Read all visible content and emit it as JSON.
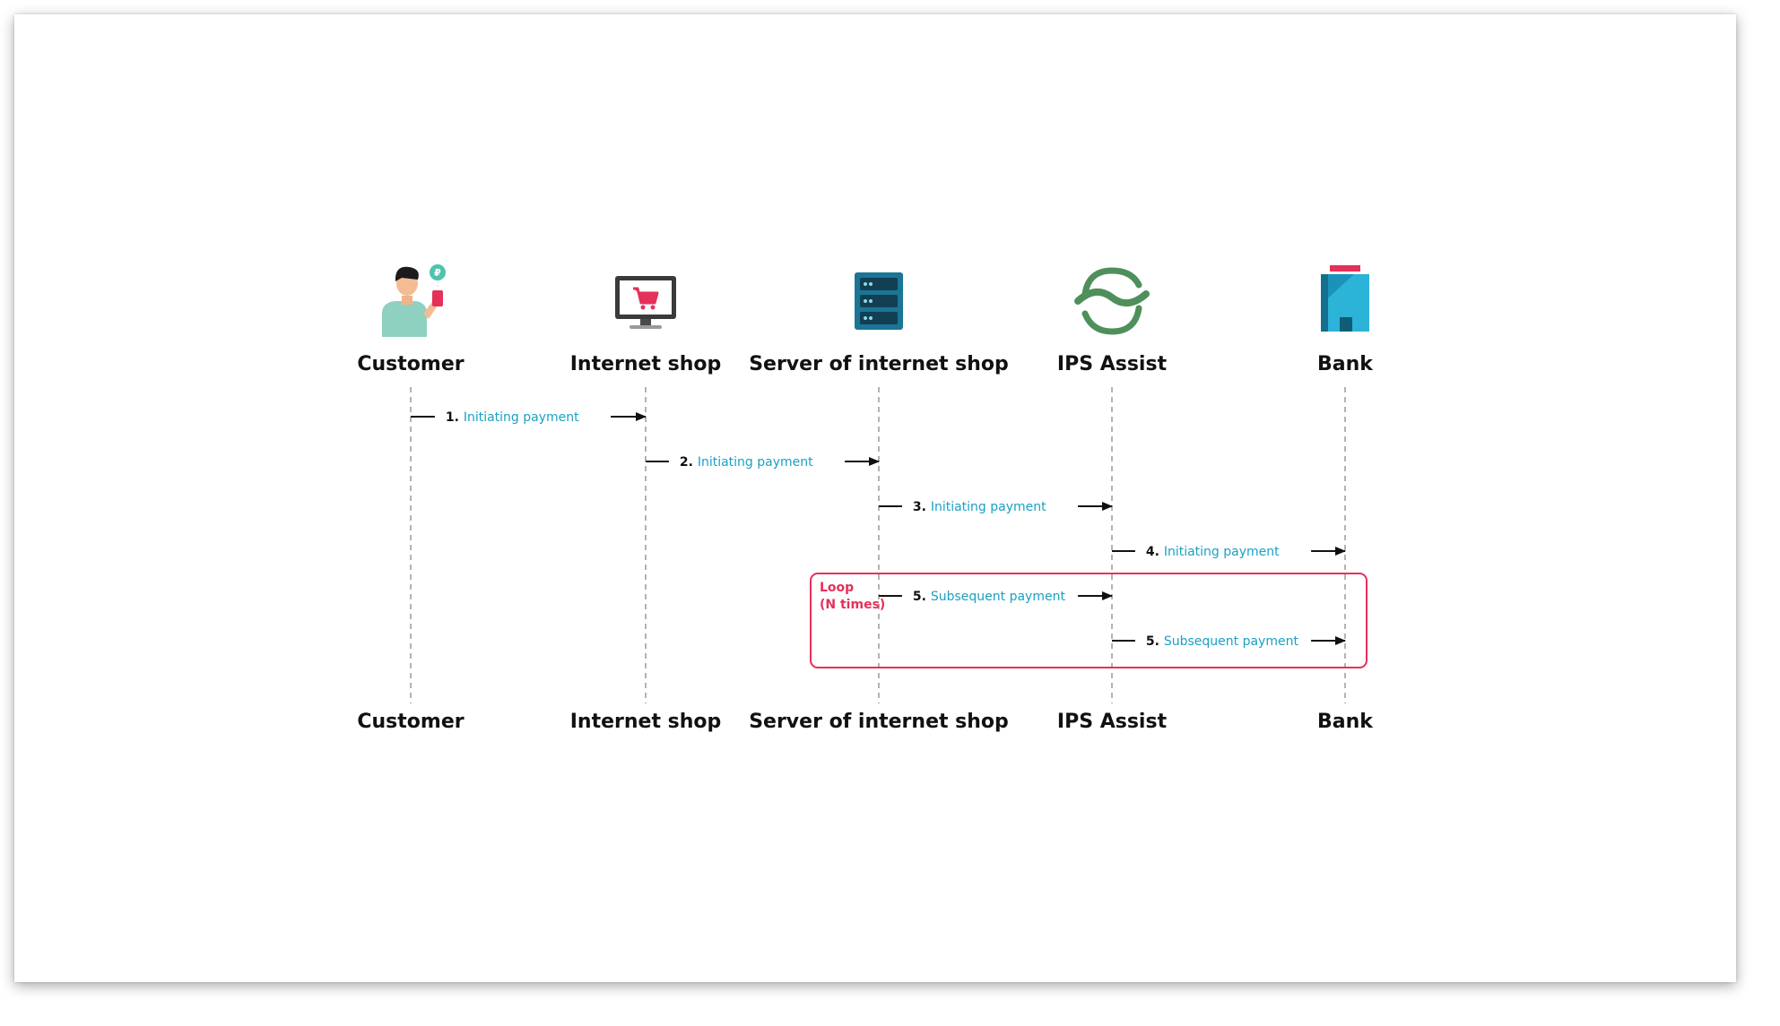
{
  "colors": {
    "message_text": "#1aa1c2",
    "loop_accent": "#e5305a",
    "lifeline": "#9a9a9a",
    "arrow": "#111111",
    "ips_green": "#4f8f5c",
    "server_blue": "#1d6f8f",
    "bank_teal": "#1b93b8"
  },
  "actors": [
    {
      "id": "customer",
      "label": "Customer",
      "icon": "customer-with-phone-icon"
    },
    {
      "id": "internet-shop",
      "label": "Internet shop",
      "icon": "monitor-shopping-cart-icon"
    },
    {
      "id": "server",
      "label": "Server of internet shop",
      "icon": "server-rack-icon"
    },
    {
      "id": "ips-assist",
      "label": "IPS Assist",
      "icon": "ips-assist-logo-icon"
    },
    {
      "id": "bank",
      "label": "Bank",
      "icon": "bank-building-icon"
    }
  ],
  "messages": [
    {
      "from": 0,
      "to": 1,
      "number": "1.",
      "text": "Initiating payment"
    },
    {
      "from": 1,
      "to": 2,
      "number": "2.",
      "text": "Initiating payment"
    },
    {
      "from": 2,
      "to": 3,
      "number": "3.",
      "text": "Initiating payment"
    },
    {
      "from": 3,
      "to": 4,
      "number": "4.",
      "text": "Initiating payment"
    },
    {
      "from": 2,
      "to": 3,
      "number": "5.",
      "text": "Subsequent payment"
    },
    {
      "from": 3,
      "to": 4,
      "number": "5.",
      "text": "Subsequent payment"
    }
  ],
  "loop": {
    "label_line1": "Loop",
    "label_line2": "(N times)",
    "messages": [
      4,
      5
    ]
  }
}
